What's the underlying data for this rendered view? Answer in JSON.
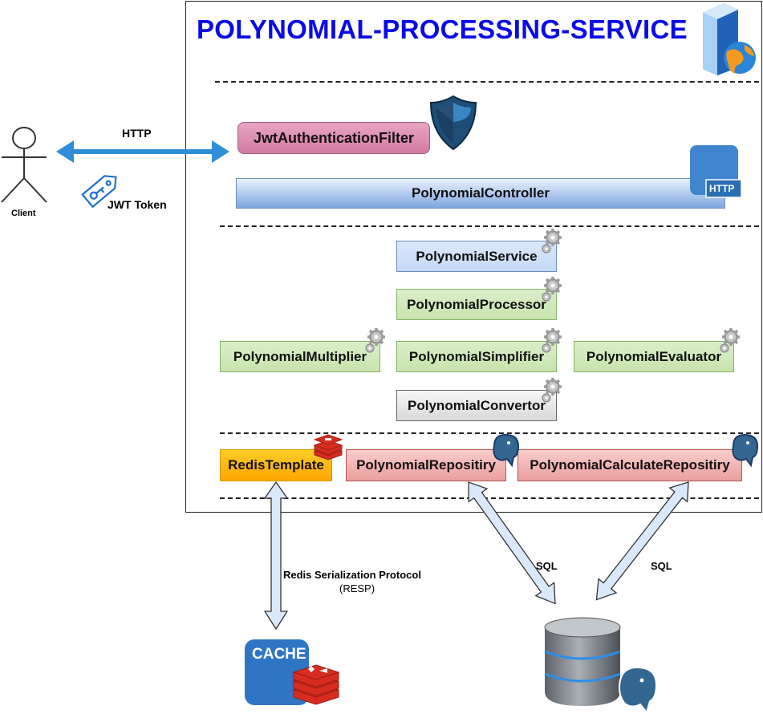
{
  "title": "POLYNOMIAL-PROCESSING-SERVICE",
  "client": {
    "label": "Client"
  },
  "connections": {
    "http_label": "HTTP",
    "jwt_label": "JWT Token",
    "resp_label_line1": "Redis Serialization Protocol",
    "resp_label_line2": "(RESP)",
    "sql_label_1": "SQL",
    "sql_label_2": "SQL"
  },
  "components": {
    "jwt_filter": "JwtAuthenticationFilter",
    "controller": "PolynomialController",
    "service": "PolynomialService",
    "processor": "PolynomialProcessor",
    "multiplier": "PolynomialMultiplier",
    "simplifier": "PolynomialSimplifier",
    "evaluator": "PolynomialEvaluator",
    "convertor": "PolynomialConvertor",
    "redis_template": "RedisTemplate",
    "repository": "PolynomialRepositiry",
    "calculate_repository": "PolynomialCalculateRepositiry"
  },
  "icons": {
    "http_badge": "HTTP",
    "cache_badge": "CACHE"
  },
  "colors": {
    "title": "#0b0be6",
    "arrow_blue": "#2e8fd8",
    "arrow_light": "#dae8fc"
  }
}
